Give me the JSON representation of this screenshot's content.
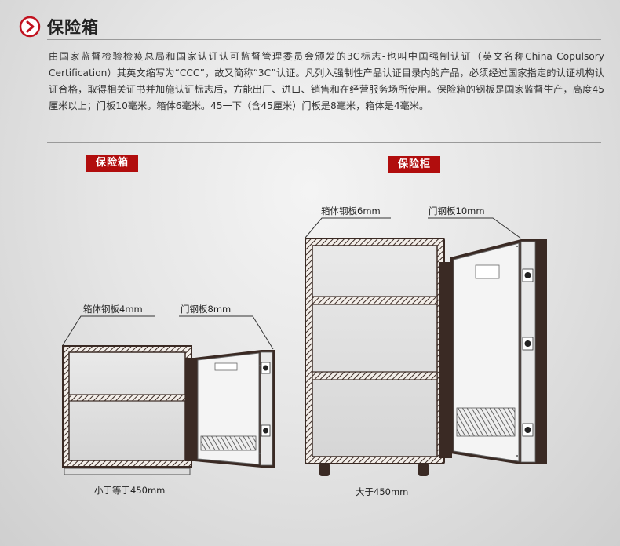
{
  "header": {
    "title": "保险箱",
    "icon": "chevron-right-circle-icon",
    "accent_color": "#c1121f"
  },
  "intro": {
    "text": "由国家监督检验检疫总局和国家认证认可监督管理委员会颁发的3C标志-也叫中国强制认证（英文名称China Copulsory Certification）其英文缩写为“CCC”，故又简称“3C”认证。凡列入强制性产品认证目录内的产品，必须经过国家指定的认证机构认证合格，取得相关证书并加施认证标志后，方能出厂、进口、销售和在经营服务场所使用。保险箱的钢板是国家监督生产，高度45厘米以上；门板10毫米。箱体6毫米。45一下（含45厘米）门板是8毫米，箱体是4毫米。"
  },
  "small_safe": {
    "badge": "保险箱",
    "body_label": "箱体钢板4mm",
    "door_label": "门钢板8mm",
    "size_label": "小于等于450mm"
  },
  "large_safe": {
    "badge": "保险柜",
    "body_label": "箱体钢板6mm",
    "door_label": "门钢板10mm",
    "size_label": "大于450mm"
  },
  "colors": {
    "badge": "#b10d0d",
    "frame": "#3a2a24"
  }
}
